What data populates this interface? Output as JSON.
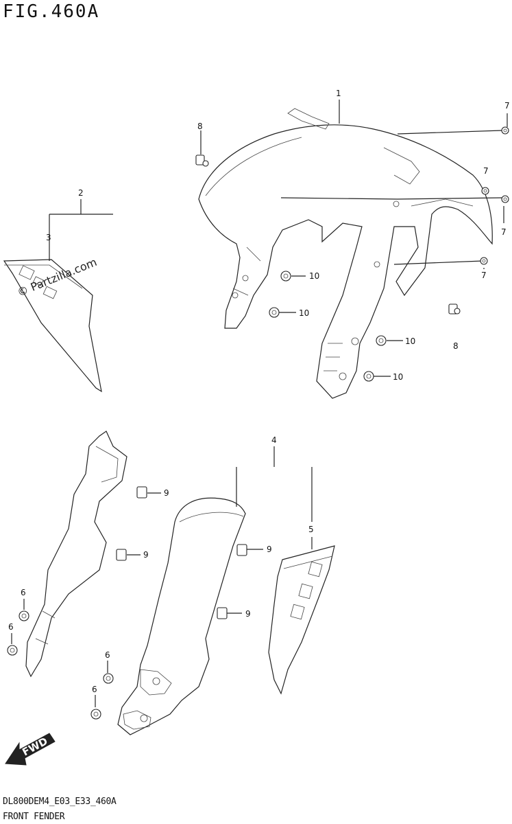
{
  "header": {
    "figure_title": "FIG.460A"
  },
  "footer": {
    "model_code": "DL800DEM4_E03_E33_460A",
    "section_name": "FRONT FENDER"
  },
  "watermark": {
    "text": "© Partzilla.com"
  },
  "fwd_arrow": {
    "label": "FWD"
  },
  "callouts": {
    "c1": "1",
    "c2": "2",
    "c3": "3",
    "c4": "4",
    "c5": "5",
    "c6a": "6",
    "c6b": "6",
    "c6c": "6",
    "c6d": "6",
    "c7a": "7",
    "c7b": "7",
    "c7c": "7",
    "c7d": "7",
    "c8a": "8",
    "c8b": "8",
    "c9a": "9",
    "c9b": "9",
    "c9c": "9",
    "c9d": "9",
    "c10a": "10",
    "c10b": "10",
    "c10c": "10",
    "c10d": "10"
  }
}
